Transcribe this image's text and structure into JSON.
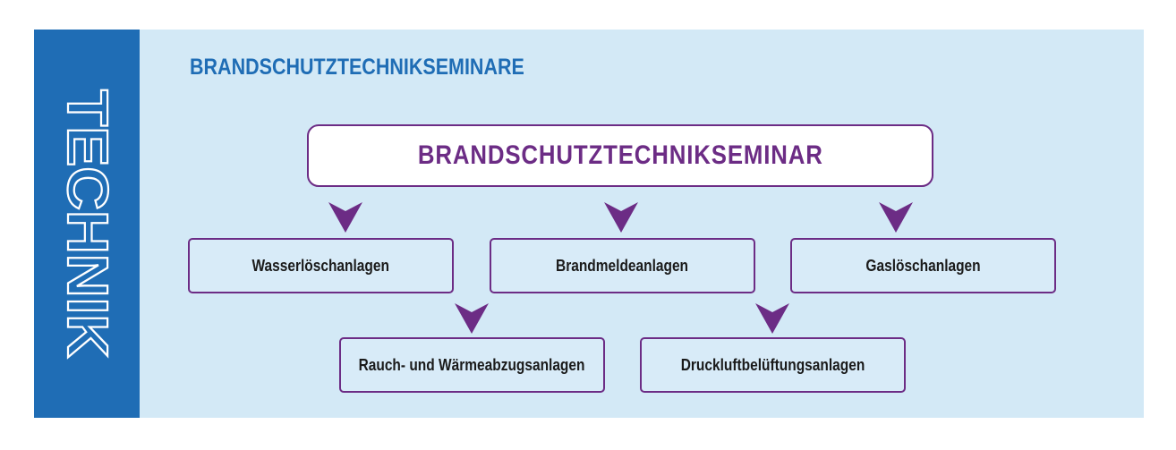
{
  "sidebar": {
    "label": "TECHNIK",
    "color": "#1f6db5"
  },
  "section_title": "BRANDSCHUTZTECHNIKSEMINARE",
  "main_node": {
    "label": "BRANDSCHUTZTECHNIKSEMINAR"
  },
  "nodes": [
    {
      "label": "Wasserlöschanlagen"
    },
    {
      "label": "Brandmeldeanlagen"
    },
    {
      "label": "Gaslöschanlagen"
    },
    {
      "label": "Rauch- und Wärmeabzugsanlagen"
    },
    {
      "label": "Druckluftbelüftungsanlagen"
    }
  ],
  "colors": {
    "panel_bg": "#d3e9f6",
    "accent_purple": "#6c2c85",
    "accent_blue": "#1f6db5"
  }
}
